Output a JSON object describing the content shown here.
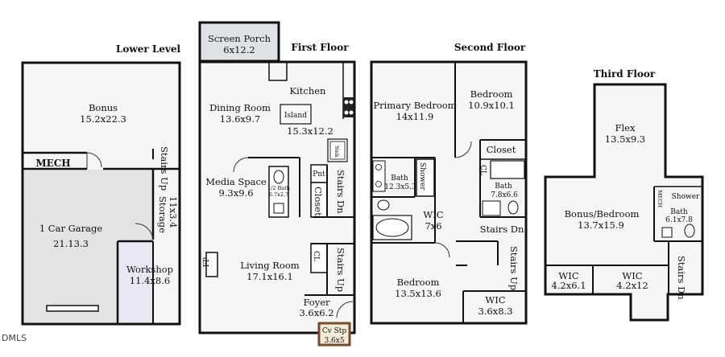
{
  "floor_titles": {
    "lower": "Lower Level",
    "first": "First Floor",
    "second": "Second Floor",
    "third": "Third Floor"
  },
  "lower": {
    "bonus": {
      "name": "Bonus",
      "dim": "15.2x22.3"
    },
    "mech": "MECH",
    "stairs_up": "Stairs Up",
    "storage": {
      "name": "Storage",
      "dim": "11x3.4"
    },
    "garage": {
      "name": "1 Car Garage",
      "dim": "21.13.3"
    },
    "workshop": {
      "name": "Workshop",
      "dim": "11.4x8.6"
    }
  },
  "first": {
    "screen_porch": {
      "name": "Screen Porch",
      "dim": "6x12.2"
    },
    "kitchen": {
      "name": "Kitchen",
      "dim": "15.3x12.2"
    },
    "island": "Island",
    "dining": {
      "name": "Dining Room",
      "dim": "13.6x9.7"
    },
    "sink": "Sink",
    "media": {
      "name": "Media Space",
      "dim": "9.3x9.6"
    },
    "half_bath": {
      "name": "1/2 Bath",
      "dim": "6.7x2.7"
    },
    "pnt": "Pnt",
    "closet": "Closet",
    "stairs_dn": "Stairs Dn",
    "fp": "FP",
    "cl": "CL",
    "stairs_up": "Stairs Up",
    "living": {
      "name": "Living Room",
      "dim": "17.1x16.1"
    },
    "foyer": {
      "name": "Foyer",
      "dim": "3.6x6.2"
    },
    "cv_stp": {
      "name": "Cv Stp",
      "dim": "3.6x5"
    }
  },
  "second": {
    "primary": {
      "name": "Primary Bedroom",
      "dim": "14x11.9"
    },
    "bedroom1": {
      "name": "Bedroom",
      "dim": "10.9x10.1"
    },
    "closet": "Closet",
    "cl": "CL",
    "bath1": {
      "name": "Bath",
      "dim": "12.3x5.3"
    },
    "shower": "Shower",
    "bath2": {
      "name": "Bath",
      "dim": "7.8x6.6"
    },
    "wic1": {
      "name": "WIC",
      "dim": "7x6"
    },
    "stairs_dn": "Stairs Dn",
    "stairs_up": "Stairs Up",
    "bedroom2": {
      "name": "Bedroom",
      "dim": "13.5x13.6"
    },
    "wic2": {
      "name": "WIC",
      "dim": "3.6x8.3"
    }
  },
  "third": {
    "flex": {
      "name": "Flex",
      "dim": "13.5x9.3"
    },
    "mech": "MECH",
    "shower": "Shower",
    "bath": {
      "name": "Bath",
      "dim": "6.1x7.8"
    },
    "bonus": {
      "name": "Bonus/Bedroom",
      "dim": "13.7x15.9"
    },
    "wic1": {
      "name": "WIC",
      "dim": "4.2x6.1"
    },
    "wic2": {
      "name": "WIC",
      "dim": "4.2x12"
    },
    "stairs_dn": "Stairs Dn"
  },
  "watermark": "DMLS"
}
